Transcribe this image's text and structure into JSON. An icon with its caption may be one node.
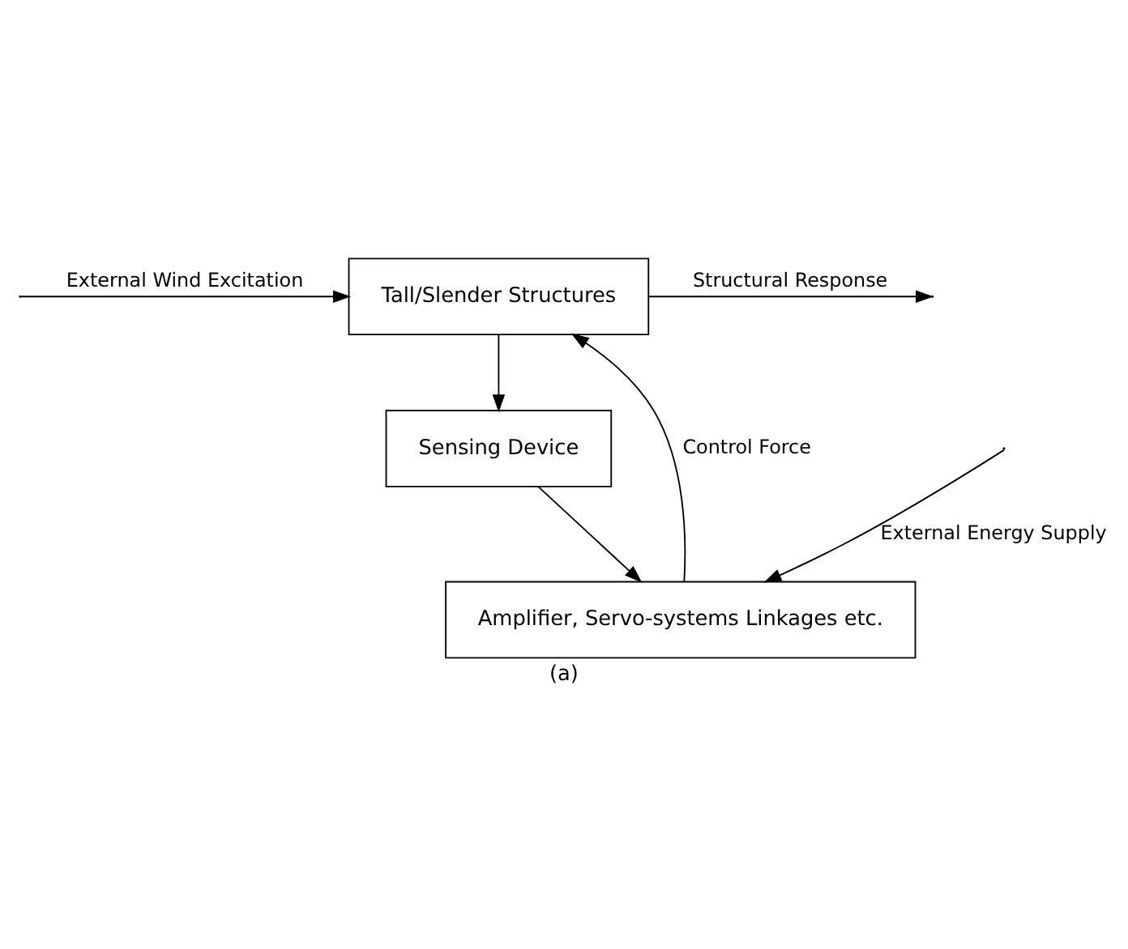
{
  "diagram": {
    "caption": "(a)",
    "nodes": [
      {
        "text": [
          "Tall/Slender Structures"
        ]
      },
      {
        "text": [
          "Sensing Device"
        ]
      },
      {
        "text": [
          "Amplifier, Servo-systems Linkages etc."
        ]
      }
    ],
    "edges": [
      {
        "from": null,
        "to": 0,
        "arrow": "to",
        "label": "External Wind Excitation"
      },
      {
        "from": 0,
        "to": null,
        "arrow": "to",
        "label": "Structural Response"
      },
      {
        "from": 0,
        "to": 1,
        "arrow": "to"
      },
      {
        "from": 1,
        "to": 2,
        "arrow": "to"
      },
      {
        "from": 2,
        "to": 0,
        "arrow": "to",
        "label": "Control Force"
      },
      {
        "from": null,
        "to": 2,
        "arrow": "to",
        "label": "External Energy Supply"
      }
    ]
  }
}
